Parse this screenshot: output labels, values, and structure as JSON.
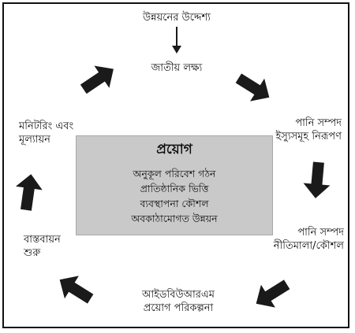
{
  "center": {
    "title": "প্রয়োগ",
    "items": [
      "অনুকূল পরিবেশ গঠন",
      "প্রাতিষ্ঠানিক ভিত্তি",
      "ব্যবস্থাপনা কৌশল",
      "অবকাঠামোগত উন্নয়ন"
    ]
  },
  "nodes": {
    "top_source": "উন্নয়নের উদ্দেশ্য",
    "national_goal": "জাতীয় লক্ষ্য",
    "water_issues": [
      "পানি সম্পদ",
      "ইস্যুসমূহ নিরূপণ"
    ],
    "water_policy": [
      "পানি সম্পদ",
      "নীতিমালা/কৌশল"
    ],
    "iwrm_plan": [
      "আইডবিউআরএম",
      "প্রয়োগ পরিকল্পনা"
    ],
    "implementation": [
      "বাস্তবায়ন",
      "শুরু"
    ],
    "monitoring": [
      "মনিটরিং এবং",
      "মূল্যায়ন"
    ]
  },
  "colors": {
    "arrow": "#1a1a1a",
    "center_box": "#c9c9c9",
    "border": "#111111"
  }
}
